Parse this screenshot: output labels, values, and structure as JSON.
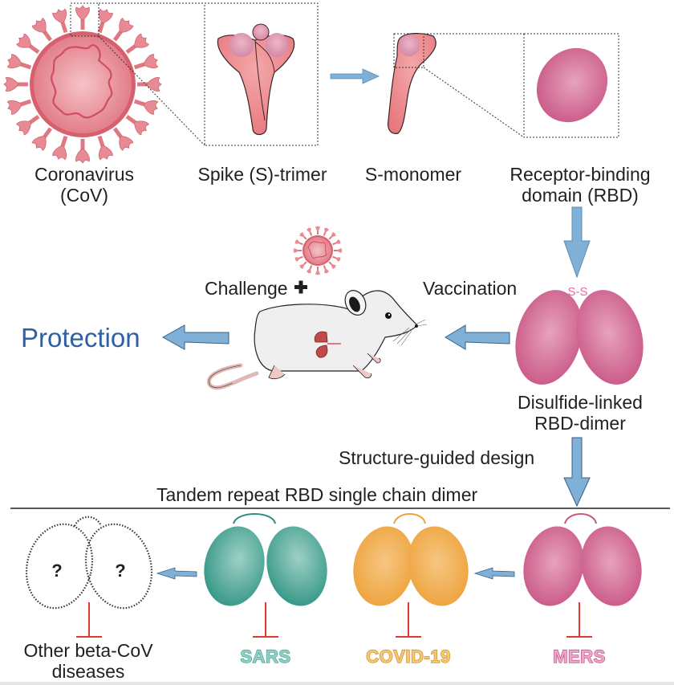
{
  "labels": {
    "coronavirus": "Coronavirus",
    "coronavirus_abbr": "(CoV)",
    "spike_trimer": "Spike (S)-trimer",
    "s_monomer": "S-monomer",
    "rbd_line1": "Receptor-binding",
    "rbd_line2": "domain (RBD)",
    "challenge": "Challenge",
    "plus": "+",
    "vaccination": "Vaccination",
    "protection": "Protection",
    "disulfide_bond": "S-S",
    "dimer_line1": "Disulfide-linked",
    "dimer_line2": "RBD-dimer",
    "structure_guided": "Structure-guided design",
    "tandem_repeat": "Tandem repeat RBD single chain dimer",
    "unknown_mark": "?",
    "other_line1": "Other beta-CoV",
    "other_line2": "diseases"
  },
  "diseases": [
    {
      "name": "SARS",
      "color": "#3a9a8c"
    },
    {
      "name": "COVID-19",
      "color": "#eaa23a"
    },
    {
      "name": "MERS",
      "color": "#cc5c8c"
    }
  ],
  "colors": {
    "virus": "#e07884",
    "rbd_pink": "#d06690",
    "sars_teal": "#3f9e8f",
    "covid_orange": "#f0a63e",
    "arrow_blue": "#7fb0d8",
    "inhibit_red": "#e03a2e",
    "protection_blue": "#2f5fa5"
  }
}
